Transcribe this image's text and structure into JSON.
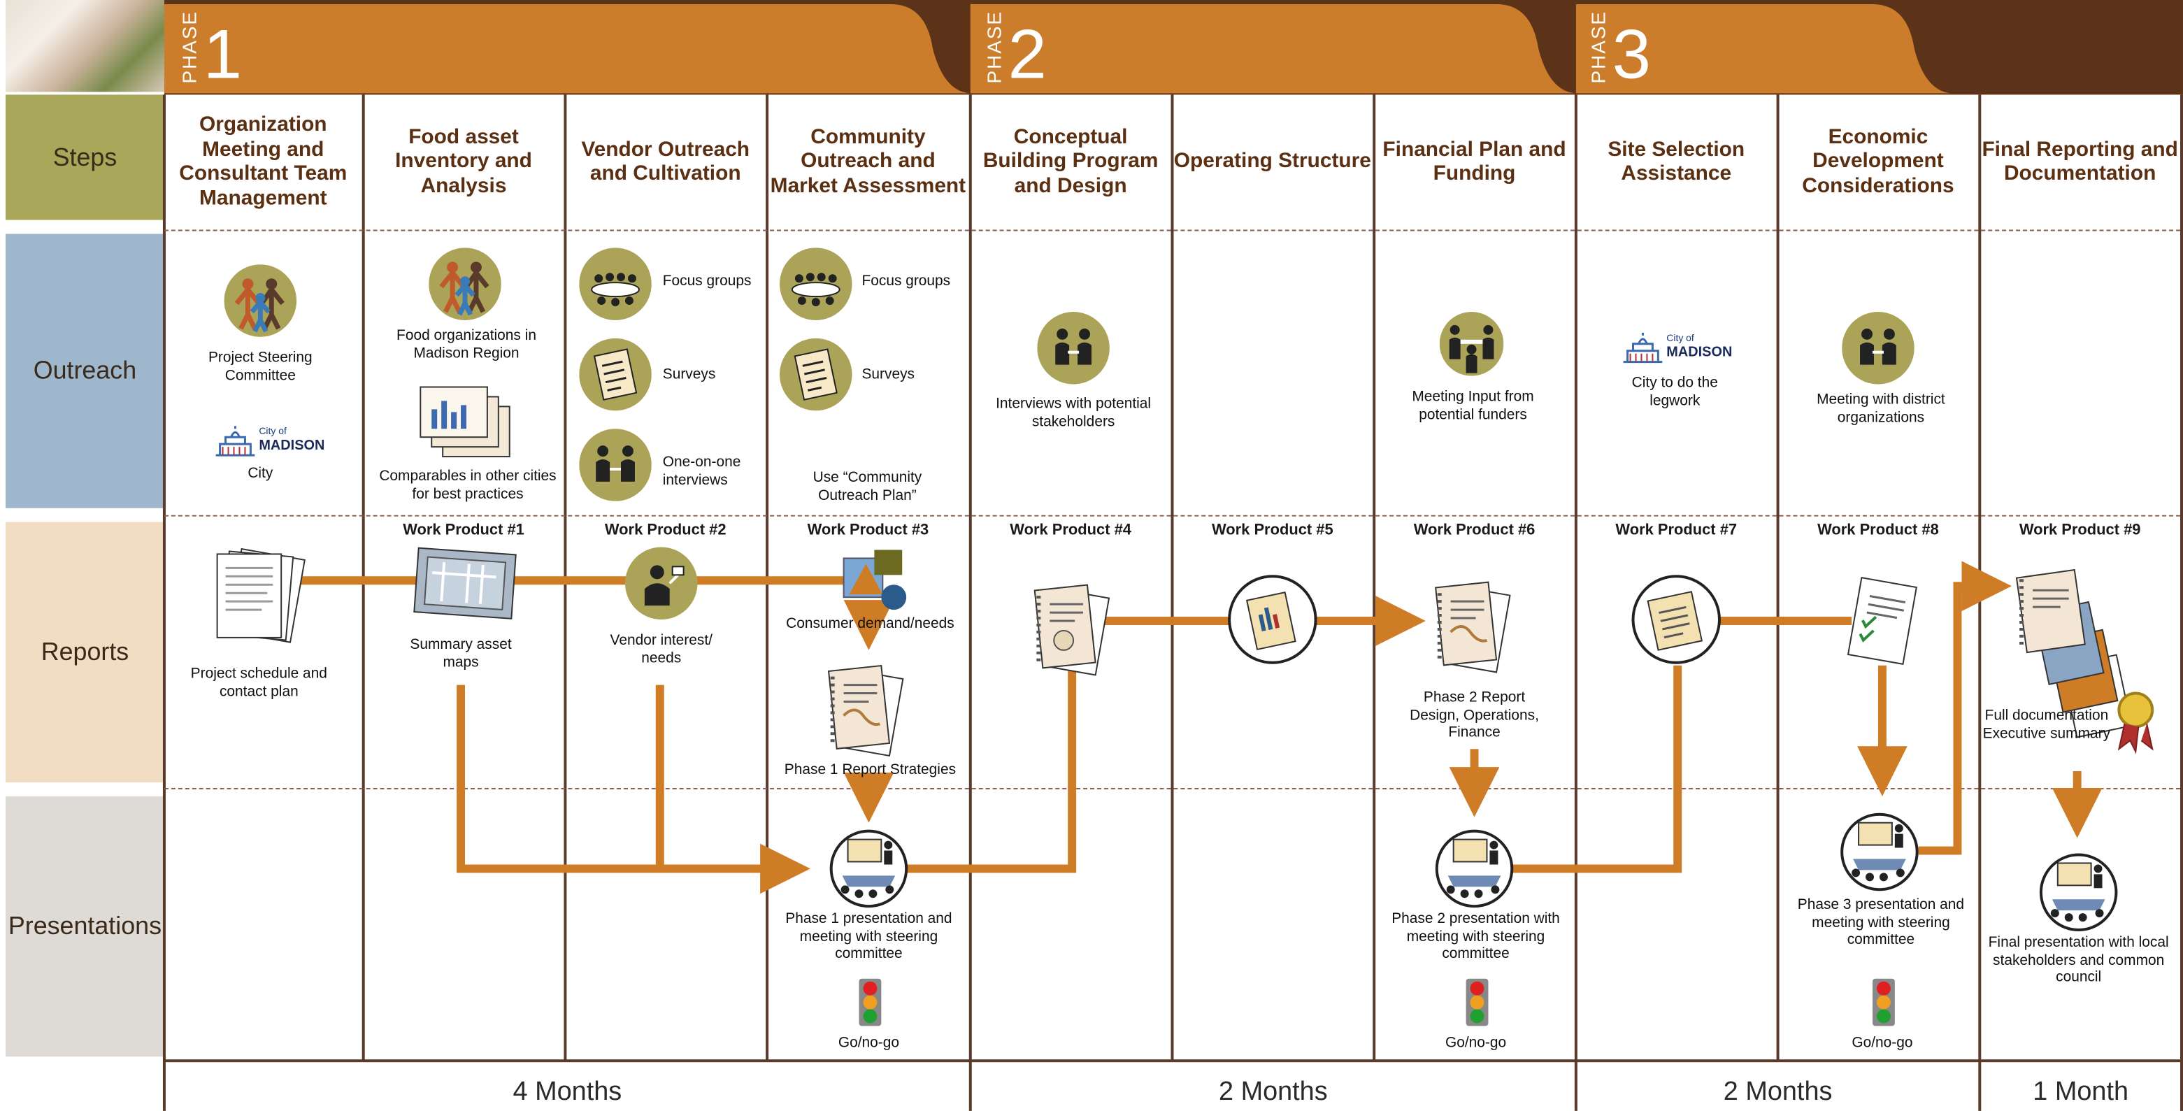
{
  "row_labels": {
    "steps": "Steps",
    "outreach": "Outreach",
    "reports": "Reports",
    "presentations": "Presentations"
  },
  "phases": [
    {
      "word": "PHASE",
      "num": "1"
    },
    {
      "word": "PHASE",
      "num": "2"
    },
    {
      "word": "PHASE",
      "num": "3"
    }
  ],
  "steps": [
    "Organization Meeting and Consultant Team Management",
    "Food asset Inventory and Analysis",
    "Vendor Outreach and Cultivation",
    "Community Outreach and Market Assessment",
    "Conceptual Building Program and Design",
    "Operating Structure",
    "Financial Plan and Funding",
    "Site Selection Assistance",
    "Economic Development Considerations",
    "Final Reporting and Documentation"
  ],
  "outreach": {
    "c1_steering": "Project Steering Committee",
    "c1_city": "City",
    "c2_food_orgs": "Food organizations in Madison Region",
    "c2_comparables": "Comparables in other cities for best practices",
    "c3_focus": "Focus groups",
    "c3_surveys": "Surveys",
    "c3_one_on_one": "One-on-one interviews",
    "c4_focus": "Focus groups",
    "c4_surveys": "Surveys",
    "c4_plan": "Use “Community Outreach Plan”",
    "c5_interviews": "Interviews with potential stakeholders",
    "c7_meeting": "Meeting Input from potential funders",
    "c8_city": "City to do the legwork",
    "c9_meeting": "Meeting with district organizations",
    "city_logo_small": "City of",
    "city_logo_big": "MADISON"
  },
  "work_products": [
    "Work Product #1",
    "Work Product #2",
    "Work Product #3",
    "Work Product #4",
    "Work Product #5",
    "Work Product #6",
    "Work Product #7",
    "Work Product #8",
    "Work Product #9"
  ],
  "reports": {
    "project_schedule": "Project schedule and contact plan",
    "summary_maps": "Summary asset maps",
    "vendor_interest": "Vendor interest/ needs",
    "consumer_demand": "Consumer demand/needs",
    "phase1_report": "Phase 1 Report Strategies",
    "phase2_report": "Phase 2 Report Design, Operations, Finance",
    "full_doc": "Full documentation Executive summary"
  },
  "presentations": {
    "p1": "Phase 1 presentation and meeting with steering committee",
    "p2": "Phase 2 presentation with meeting with steering committee",
    "p3": "Phase 3 presentation and meeting with steering committee",
    "final": "Final presentation with local stakeholders and common council",
    "gonogo": "Go/no-go"
  },
  "durations": [
    "4 Months",
    "2 Months",
    "2 Months",
    "1 Month"
  ],
  "colors": {
    "phase": "#cc7d2c",
    "arrow": "#cf7c26",
    "dark_brown": "#5c3319",
    "steps_row": "#a8a75a",
    "outreach_row": "#9fb7cd",
    "reports_row": "#f2dcc4",
    "presentations_row": "#dedad5",
    "icon_olive": "#aba358"
  }
}
